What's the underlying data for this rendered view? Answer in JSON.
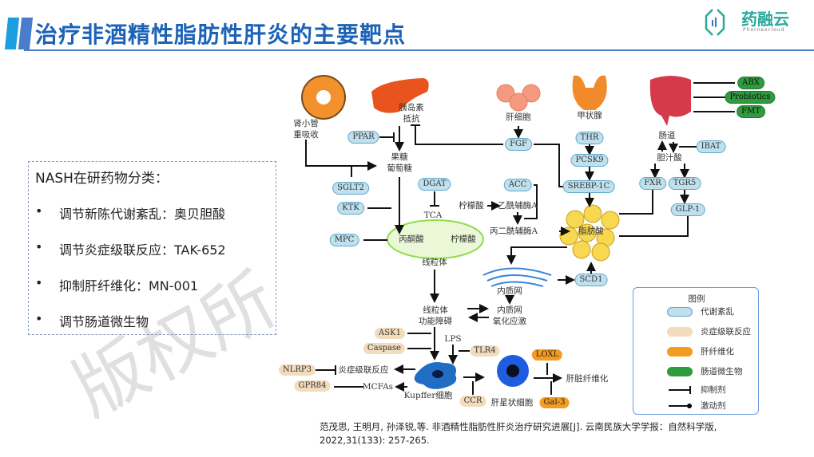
{
  "header": {
    "title": "治疗非酒精性脂肪性肝炎的主要靶点",
    "logo_text": "药融云",
    "logo_sub": "Pharnexcloud"
  },
  "watermark": "版权所",
  "sidebar": {
    "heading": "NASH在研药物分类：",
    "items": [
      "调节新陈代谢紊乱：奥贝胆酸",
      "调节炎症级联反应：TAK-652",
      "抑制肝纤维化：MN-001",
      "调节肠道微生物"
    ]
  },
  "diagram": {
    "blue": [
      "PPAR",
      "FGF",
      "SGLT2",
      "KTK",
      "DGAT",
      "ACC",
      "MPC",
      "THR",
      "PCSK9",
      "SREBP-1C",
      "FXR",
      "TGR5",
      "GLP-1",
      "IBAT",
      "SCD1"
    ],
    "green": [
      "ABX",
      "Problotics",
      "FMT"
    ],
    "beige": [
      "ASK1",
      "Caspase",
      "TLR4",
      "NLRP3",
      "GPR84",
      "CCR"
    ],
    "orange": [
      "LOXL",
      "Gal-3"
    ],
    "labels": [
      "肾小管\n重吸收",
      "胰岛素\n抵抗",
      "肝细胞",
      "甲状腺",
      "肠道",
      "胆汁酸",
      "果糖\n葡萄糖",
      "柠檬酸",
      "乙酰辅酶A",
      "TCA",
      "丙二酰辅酶A",
      "丙酮酸",
      "柠檬酸",
      "脂肪酸",
      "线粒体",
      "内质网",
      "线粒体\n功能障碍",
      "内质网\n氧化应激",
      "LPS",
      "炎症级联反应",
      "MCFAs",
      "Kupffer细胞",
      "肝星状细胞",
      "肝脏纤维化"
    ],
    "colors": {
      "metabolic": "#bfe0ec",
      "inflammation": "#f2dcbc",
      "fibrosis": "#f39c1f",
      "microbiome": "#2f9a3e"
    }
  },
  "legend": {
    "title": "图例",
    "items": [
      "代谢紊乱",
      "炎症级联反应",
      "肝纤维化",
      "肠道微生物",
      "抑制剂",
      "激动剂"
    ]
  },
  "citation": "范茂思, 王明月, 孙泽锐,等. 非酒精性脂肪性肝炎治疗研究进展[J]. 云南民族大学学报：自然科学版, 2022,31(133): 257-265."
}
